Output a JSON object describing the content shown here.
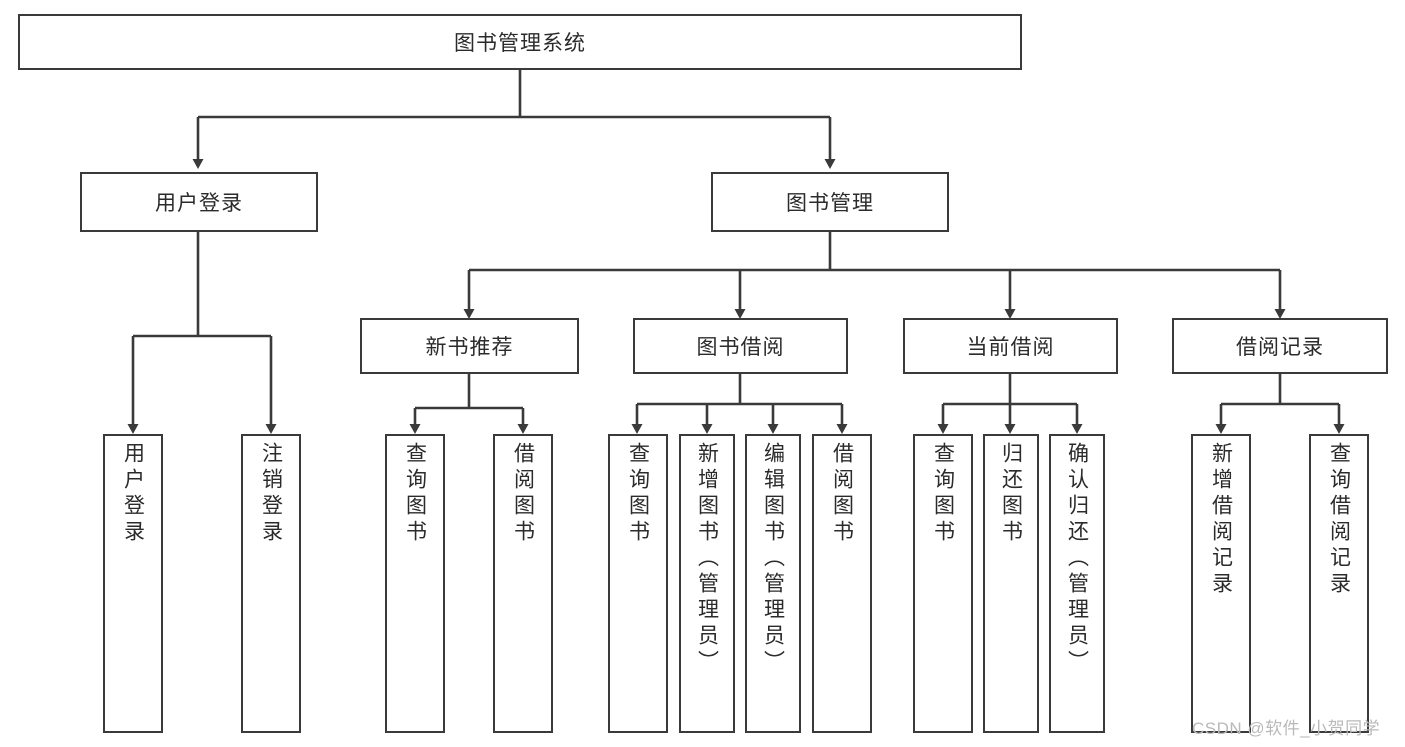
{
  "diagram": {
    "type": "tree-hierarchy",
    "title": "图书管理系统",
    "colors": {
      "stroke": "#3a3a3a",
      "box_fill": "#ffffff",
      "text": "#2b2b2b",
      "watermark": "#b9b9b9",
      "background": "#ffffff"
    },
    "root": {
      "label": "图书管理系统"
    },
    "level1": [
      {
        "label": "用户登录"
      },
      {
        "label": "图书管理"
      }
    ],
    "level2": [
      {
        "label": "新书推荐"
      },
      {
        "label": "图书借阅"
      },
      {
        "label": "当前借阅"
      },
      {
        "label": "借阅记录"
      }
    ],
    "leaves": {
      "user_login": [
        {
          "label": "用户登录"
        },
        {
          "label": "注销登录"
        }
      ],
      "new_book_recommend": [
        {
          "label": "查询图书"
        },
        {
          "label": "借阅图书"
        }
      ],
      "book_borrow": [
        {
          "label": "查询图书"
        },
        {
          "label": "新增图书（管理员）"
        },
        {
          "label": "编辑图书（管理员）"
        },
        {
          "label": "借阅图书"
        }
      ],
      "current_borrow": [
        {
          "label": "查询图书"
        },
        {
          "label": "归还图书"
        },
        {
          "label": "确认归还（管理员）"
        }
      ],
      "borrow_record": [
        {
          "label": "新增借阅记录"
        },
        {
          "label": "查询借阅记录"
        }
      ]
    }
  },
  "watermark": {
    "text": "CSDN @软件_小贺同学"
  }
}
